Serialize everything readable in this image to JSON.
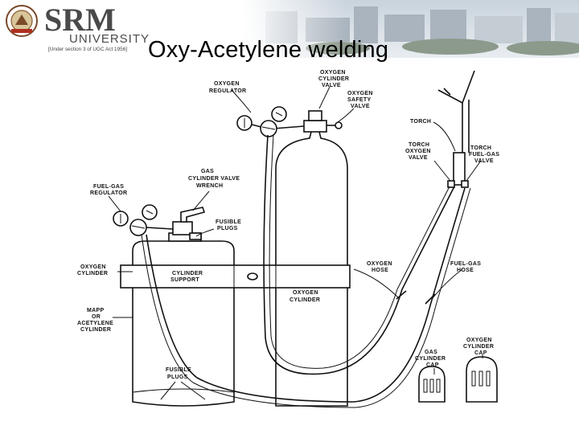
{
  "slide": {
    "title": "Oxy-Acetylene welding"
  },
  "logo": {
    "name": "SRM",
    "university": "UNIVERSITY",
    "subtitle": "[Under section 3 of UGC Act 1956]"
  },
  "labels": {
    "oxygen_regulator": [
      "OXYGEN",
      "REGULATOR"
    ],
    "oxygen_cylinder_valve": [
      "OXYGEN",
      "CYLINDER",
      "VALVE"
    ],
    "oxygen_safety_valve": [
      "OXYGEN",
      "SAFETY",
      "VALVE"
    ],
    "torch": [
      "TORCH"
    ],
    "torch_oxygen_valve": [
      "TORCH",
      "OXYGEN",
      "VALVE"
    ],
    "torch_fuel_gas_valve": [
      "TORCH",
      "FUEL-GAS",
      "VALVE"
    ],
    "gas_cylinder_valve_wrench": [
      "GAS",
      "CYLINDER VALVE",
      "WRENCH"
    ],
    "fuel_gas_regulator": [
      "FUEL-GAS",
      "REGULATOR"
    ],
    "fusible_plugs_top": [
      "FUSIBLE",
      "PLUGS"
    ],
    "oxygen_cylinder_left": [
      "OXYGEN",
      "CYLINDER"
    ],
    "cylinder_support": [
      "CYLINDER",
      "SUPPORT"
    ],
    "oxygen_cylinder_center": [
      "OXYGEN",
      "CYLINDER"
    ],
    "oxygen_hose": [
      "OXYGEN",
      "HOSE"
    ],
    "fuel_gas_hose": [
      "FUEL-GAS",
      "HOSE"
    ],
    "mapp_acetylene": [
      "MAPP",
      "OR",
      "ACETYLENE",
      "CYLINDER"
    ],
    "fusible_plugs_bottom": [
      "FUSIBLE",
      "PLUGS"
    ],
    "gas_cylinder_cap": [
      "GAS",
      "CYLINDER",
      "CAP"
    ],
    "oxygen_cylinder_cap": [
      "OXYGEN",
      "CYLINDER",
      "CAP"
    ]
  },
  "colors": {
    "background": "#ffffff",
    "ink": "#111111",
    "banner_sky": "#dfe6ee",
    "banner_buildings": "#b8c2cc",
    "logo_text": "#4a4a4a"
  }
}
